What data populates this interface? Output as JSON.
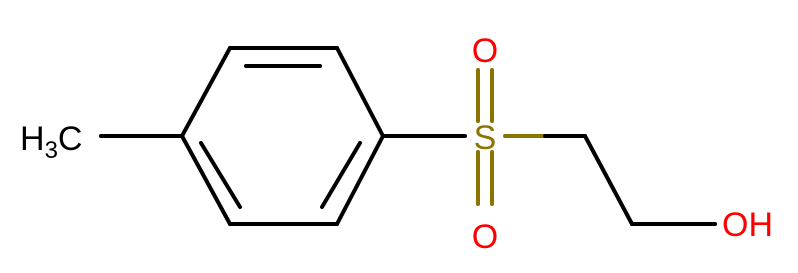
{
  "molecule": {
    "atoms": {
      "methyl_h": "H",
      "methyl_sub": "3",
      "methyl_c": "C",
      "sulfur": "S",
      "oxygen_top": "O",
      "oxygen_bottom": "O",
      "hydroxyl": "OH"
    },
    "colors": {
      "bond": "#000000",
      "carbon_label": "#000000",
      "sulfur": "#8B7400",
      "oxygen": "#FF0000"
    }
  }
}
